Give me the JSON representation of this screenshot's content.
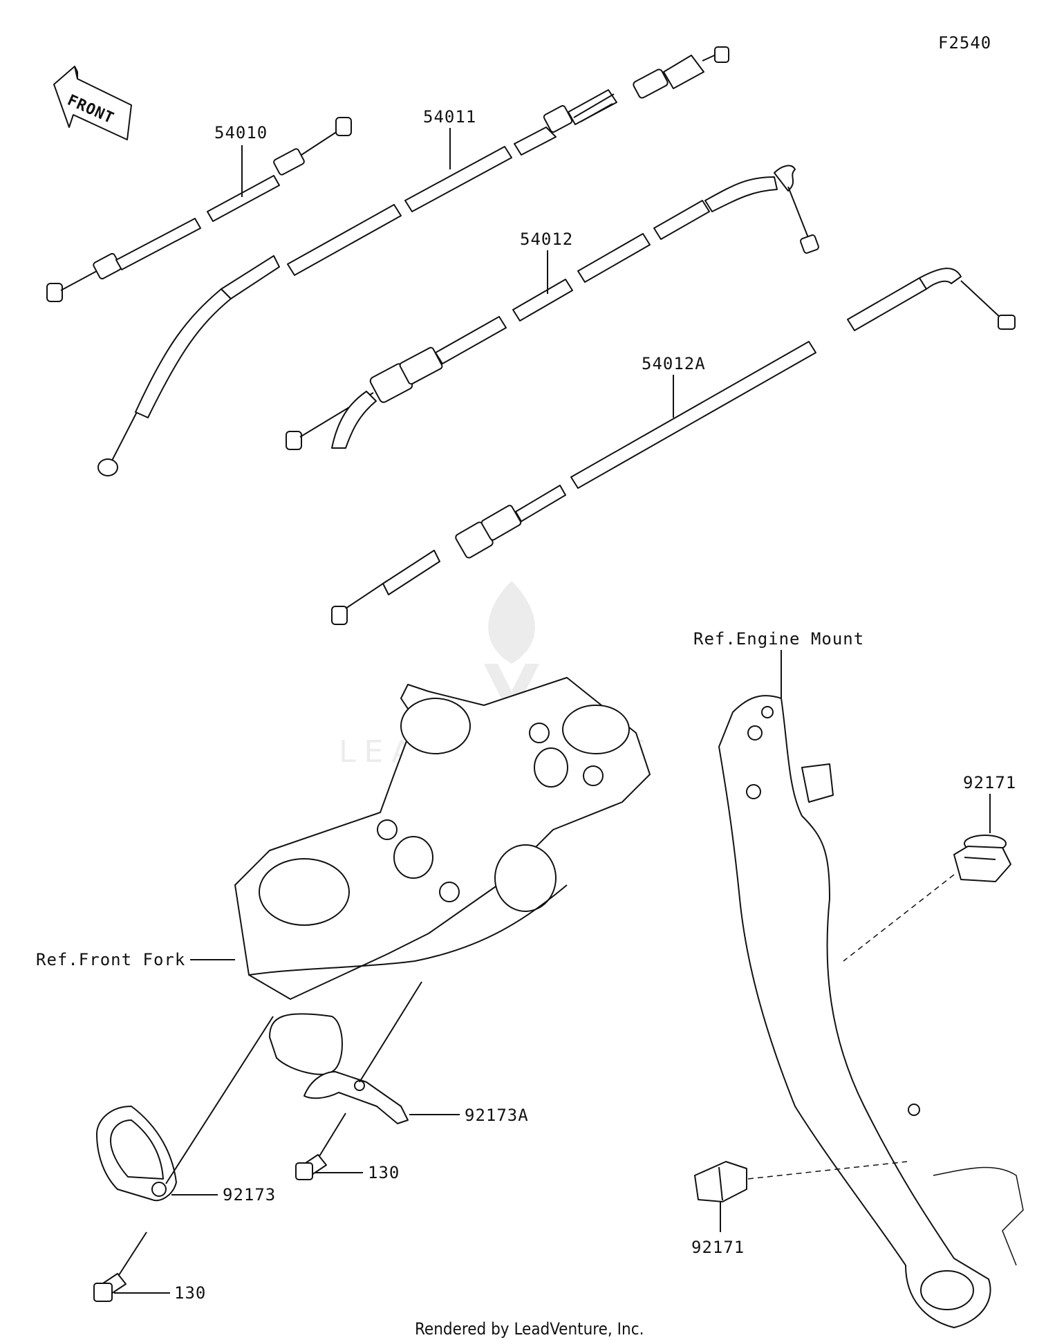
{
  "diagram_code": "F2540",
  "front_arrow_label": "FRONT",
  "parts": {
    "p54010": "54010",
    "p54011": "54011",
    "p54012": "54012",
    "p54012A": "54012A",
    "p92171_top": "92171",
    "p92171_bottom": "92171",
    "p92173A": "92173A",
    "p92173": "92173",
    "p130_mid": "130",
    "p130_bottom": "130"
  },
  "refs": {
    "engine_mount": "Ref.Engine Mount",
    "front_fork": "Ref.Front Fork"
  },
  "footer": "Rendered by LeadVenture, Inc.",
  "watermark": "LEADVENTURE"
}
